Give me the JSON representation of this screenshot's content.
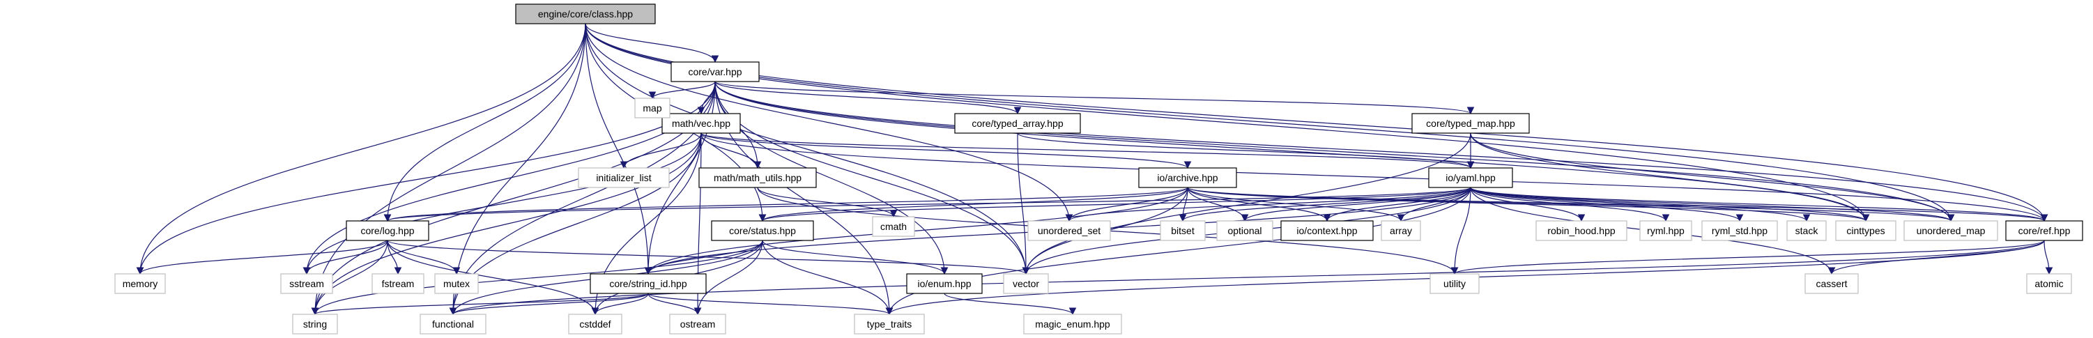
{
  "diagram": {
    "title": "",
    "colors": {
      "background": "#ffffff",
      "edge": "#191970",
      "root_fill": "#bfbfbf",
      "internal_border": "#000000",
      "external_border": "#bfbfbf",
      "text": "#000000"
    },
    "nodes": [
      {
        "id": "class",
        "label": "engine/core/class.hpp",
        "kind": "root"
      },
      {
        "id": "var",
        "label": "core/var.hpp",
        "kind": "internal"
      },
      {
        "id": "vec",
        "label": "math/vec.hpp",
        "kind": "internal"
      },
      {
        "id": "typed_array",
        "label": "core/typed_array.hpp",
        "kind": "internal"
      },
      {
        "id": "typed_map",
        "label": "core/typed_map.hpp",
        "kind": "internal"
      },
      {
        "id": "math_utils",
        "label": "math/math_utils.hpp",
        "kind": "internal"
      },
      {
        "id": "archive",
        "label": "io/archive.hpp",
        "kind": "internal"
      },
      {
        "id": "yaml",
        "label": "io/yaml.hpp",
        "kind": "internal"
      },
      {
        "id": "log",
        "label": "core/log.hpp",
        "kind": "internal"
      },
      {
        "id": "status",
        "label": "core/status.hpp",
        "kind": "internal"
      },
      {
        "id": "context",
        "label": "io/context.hpp",
        "kind": "internal"
      },
      {
        "id": "ref",
        "label": "core/ref.hpp",
        "kind": "internal"
      },
      {
        "id": "string_id",
        "label": "core/string_id.hpp",
        "kind": "internal"
      },
      {
        "id": "enum",
        "label": "io/enum.hpp",
        "kind": "internal"
      },
      {
        "id": "map",
        "label": "map",
        "kind": "external"
      },
      {
        "id": "initializer_list",
        "label": "initializer_list",
        "kind": "external"
      },
      {
        "id": "cmath",
        "label": "cmath",
        "kind": "external"
      },
      {
        "id": "unordered_set",
        "label": "unordered_set",
        "kind": "external"
      },
      {
        "id": "bitset",
        "label": "bitset",
        "kind": "external"
      },
      {
        "id": "optional",
        "label": "optional",
        "kind": "external"
      },
      {
        "id": "array",
        "label": "array",
        "kind": "external"
      },
      {
        "id": "robin_hood",
        "label": "robin_hood.hpp",
        "kind": "external"
      },
      {
        "id": "ryml",
        "label": "ryml.hpp",
        "kind": "external"
      },
      {
        "id": "ryml_std",
        "label": "ryml_std.hpp",
        "kind": "external"
      },
      {
        "id": "stack",
        "label": "stack",
        "kind": "external"
      },
      {
        "id": "cinttypes",
        "label": "cinttypes",
        "kind": "external"
      },
      {
        "id": "unordered_map",
        "label": "unordered_map",
        "kind": "external"
      },
      {
        "id": "memory",
        "label": "memory",
        "kind": "external"
      },
      {
        "id": "sstream",
        "label": "sstream",
        "kind": "external"
      },
      {
        "id": "fstream",
        "label": "fstream",
        "kind": "external"
      },
      {
        "id": "mutex",
        "label": "mutex",
        "kind": "external"
      },
      {
        "id": "vector",
        "label": "vector",
        "kind": "external"
      },
      {
        "id": "utility",
        "label": "utility",
        "kind": "external"
      },
      {
        "id": "cassert",
        "label": "cassert",
        "kind": "external"
      },
      {
        "id": "atomic",
        "label": "atomic",
        "kind": "external"
      },
      {
        "id": "string",
        "label": "string",
        "kind": "external"
      },
      {
        "id": "functional",
        "label": "functional",
        "kind": "external"
      },
      {
        "id": "cstddef",
        "label": "cstddef",
        "kind": "external"
      },
      {
        "id": "ostream",
        "label": "ostream",
        "kind": "external"
      },
      {
        "id": "type_traits",
        "label": "type_traits",
        "kind": "external"
      },
      {
        "id": "magic_enum",
        "label": "magic_enum.hpp",
        "kind": "external"
      }
    ],
    "edges": [
      [
        "class",
        "var"
      ],
      [
        "class",
        "log"
      ],
      [
        "class",
        "status"
      ],
      [
        "class",
        "string_id"
      ],
      [
        "class",
        "ref"
      ],
      [
        "class",
        "memory"
      ],
      [
        "class",
        "string"
      ],
      [
        "class",
        "functional"
      ],
      [
        "class",
        "vector"
      ],
      [
        "class",
        "unordered_set"
      ],
      [
        "class",
        "cinttypes"
      ],
      [
        "class",
        "unordered_map"
      ],
      [
        "var",
        "vec"
      ],
      [
        "var",
        "typed_array"
      ],
      [
        "var",
        "typed_map"
      ],
      [
        "var",
        "math_utils"
      ],
      [
        "var",
        "map"
      ],
      [
        "var",
        "ref"
      ],
      [
        "var",
        "enum"
      ],
      [
        "var",
        "string_id"
      ],
      [
        "var",
        "memory"
      ],
      [
        "var",
        "sstream"
      ],
      [
        "var",
        "string"
      ],
      [
        "var",
        "functional"
      ],
      [
        "var",
        "type_traits"
      ],
      [
        "var",
        "vector"
      ],
      [
        "var",
        "cinttypes"
      ],
      [
        "var",
        "unordered_map"
      ],
      [
        "vec",
        "math_utils"
      ],
      [
        "vec",
        "initializer_list"
      ],
      [
        "vec",
        "archive"
      ],
      [
        "vec",
        "yaml"
      ],
      [
        "vec",
        "ref"
      ],
      [
        "vec",
        "sstream"
      ],
      [
        "vec",
        "string"
      ],
      [
        "vec",
        "functional"
      ],
      [
        "vec",
        "cstddef"
      ],
      [
        "vec",
        "ostream"
      ],
      [
        "typed_array",
        "yaml"
      ],
      [
        "typed_array",
        "vector"
      ],
      [
        "typed_map",
        "yaml"
      ],
      [
        "typed_map",
        "unordered_map"
      ],
      [
        "typed_map",
        "vector"
      ],
      [
        "typed_map",
        "cinttypes"
      ],
      [
        "math_utils",
        "cmath"
      ],
      [
        "math_utils",
        "utility"
      ],
      [
        "archive",
        "log"
      ],
      [
        "archive",
        "status"
      ],
      [
        "archive",
        "context"
      ],
      [
        "archive",
        "ref"
      ],
      [
        "archive",
        "string_id"
      ],
      [
        "archive",
        "vector"
      ],
      [
        "archive",
        "bitset"
      ],
      [
        "archive",
        "optional"
      ],
      [
        "archive",
        "array"
      ],
      [
        "archive",
        "unordered_set"
      ],
      [
        "archive",
        "unordered_map"
      ],
      [
        "archive",
        "cinttypes"
      ],
      [
        "yaml",
        "log"
      ],
      [
        "yaml",
        "status"
      ],
      [
        "yaml",
        "context"
      ],
      [
        "yaml",
        "ref"
      ],
      [
        "yaml",
        "string_id"
      ],
      [
        "yaml",
        "unordered_set"
      ],
      [
        "yaml",
        "bitset"
      ],
      [
        "yaml",
        "optional"
      ],
      [
        "yaml",
        "array"
      ],
      [
        "yaml",
        "robin_hood"
      ],
      [
        "yaml",
        "ryml"
      ],
      [
        "yaml",
        "ryml_std"
      ],
      [
        "yaml",
        "stack"
      ],
      [
        "yaml",
        "cinttypes"
      ],
      [
        "yaml",
        "unordered_map"
      ],
      [
        "yaml",
        "vector"
      ],
      [
        "yaml",
        "utility"
      ],
      [
        "yaml",
        "type_traits"
      ],
      [
        "yaml",
        "cassert"
      ],
      [
        "log",
        "memory"
      ],
      [
        "log",
        "sstream"
      ],
      [
        "log",
        "fstream"
      ],
      [
        "log",
        "mutex"
      ],
      [
        "log",
        "string"
      ],
      [
        "log",
        "cstddef"
      ],
      [
        "log",
        "vector"
      ],
      [
        "status",
        "string_id"
      ],
      [
        "status",
        "enum"
      ],
      [
        "status",
        "string"
      ],
      [
        "status",
        "cstddef"
      ],
      [
        "status",
        "ostream"
      ],
      [
        "status",
        "functional"
      ],
      [
        "status",
        "type_traits"
      ],
      [
        "ref",
        "utility"
      ],
      [
        "ref",
        "cassert"
      ],
      [
        "ref",
        "atomic"
      ],
      [
        "ref",
        "functional"
      ],
      [
        "ref",
        "type_traits"
      ],
      [
        "string_id",
        "string"
      ],
      [
        "string_id",
        "functional"
      ],
      [
        "string_id",
        "cstddef"
      ],
      [
        "string_id",
        "ostream"
      ],
      [
        "string_id",
        "type_traits"
      ],
      [
        "enum",
        "magic_enum"
      ]
    ]
  }
}
